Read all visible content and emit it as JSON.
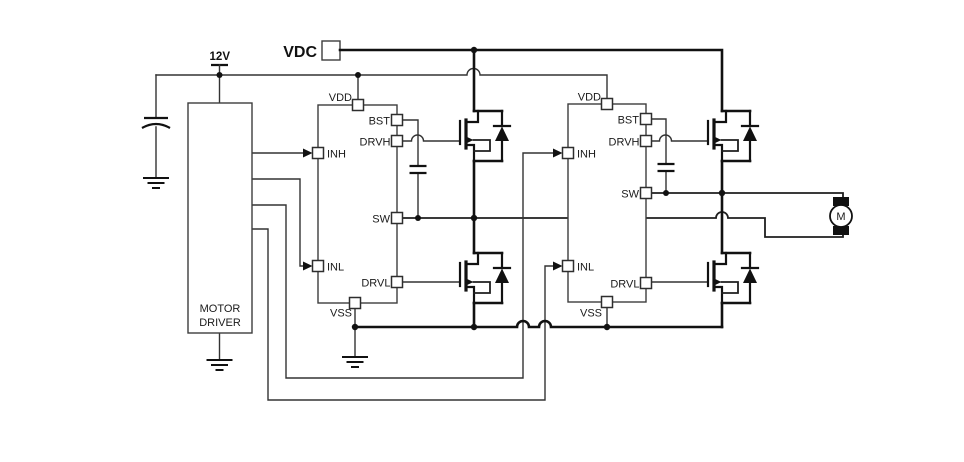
{
  "colors": {
    "wire": "#111111",
    "thin_wire": "#333333",
    "component_outline": "#3d3d3d",
    "background": "#ffffff"
  },
  "labels": {
    "vdc": "VDC",
    "supply_12v": "12V",
    "motor_driver_line1": "MOTOR",
    "motor_driver_line2": "DRIVER",
    "motor": "M"
  },
  "gate_driver_left": {
    "pins": {
      "vdd": "VDD",
      "bst": "BST",
      "drvh": "DRVH",
      "inh": "INH",
      "sw": "SW",
      "inl": "INL",
      "drvl": "DRVL",
      "vss": "VSS"
    }
  },
  "gate_driver_right": {
    "pins": {
      "vdd": "VDD",
      "bst": "BST",
      "drvh": "DRVH",
      "inh": "INH",
      "sw": "SW",
      "inl": "INL",
      "drvl": "DRVL",
      "vss": "VSS"
    }
  }
}
